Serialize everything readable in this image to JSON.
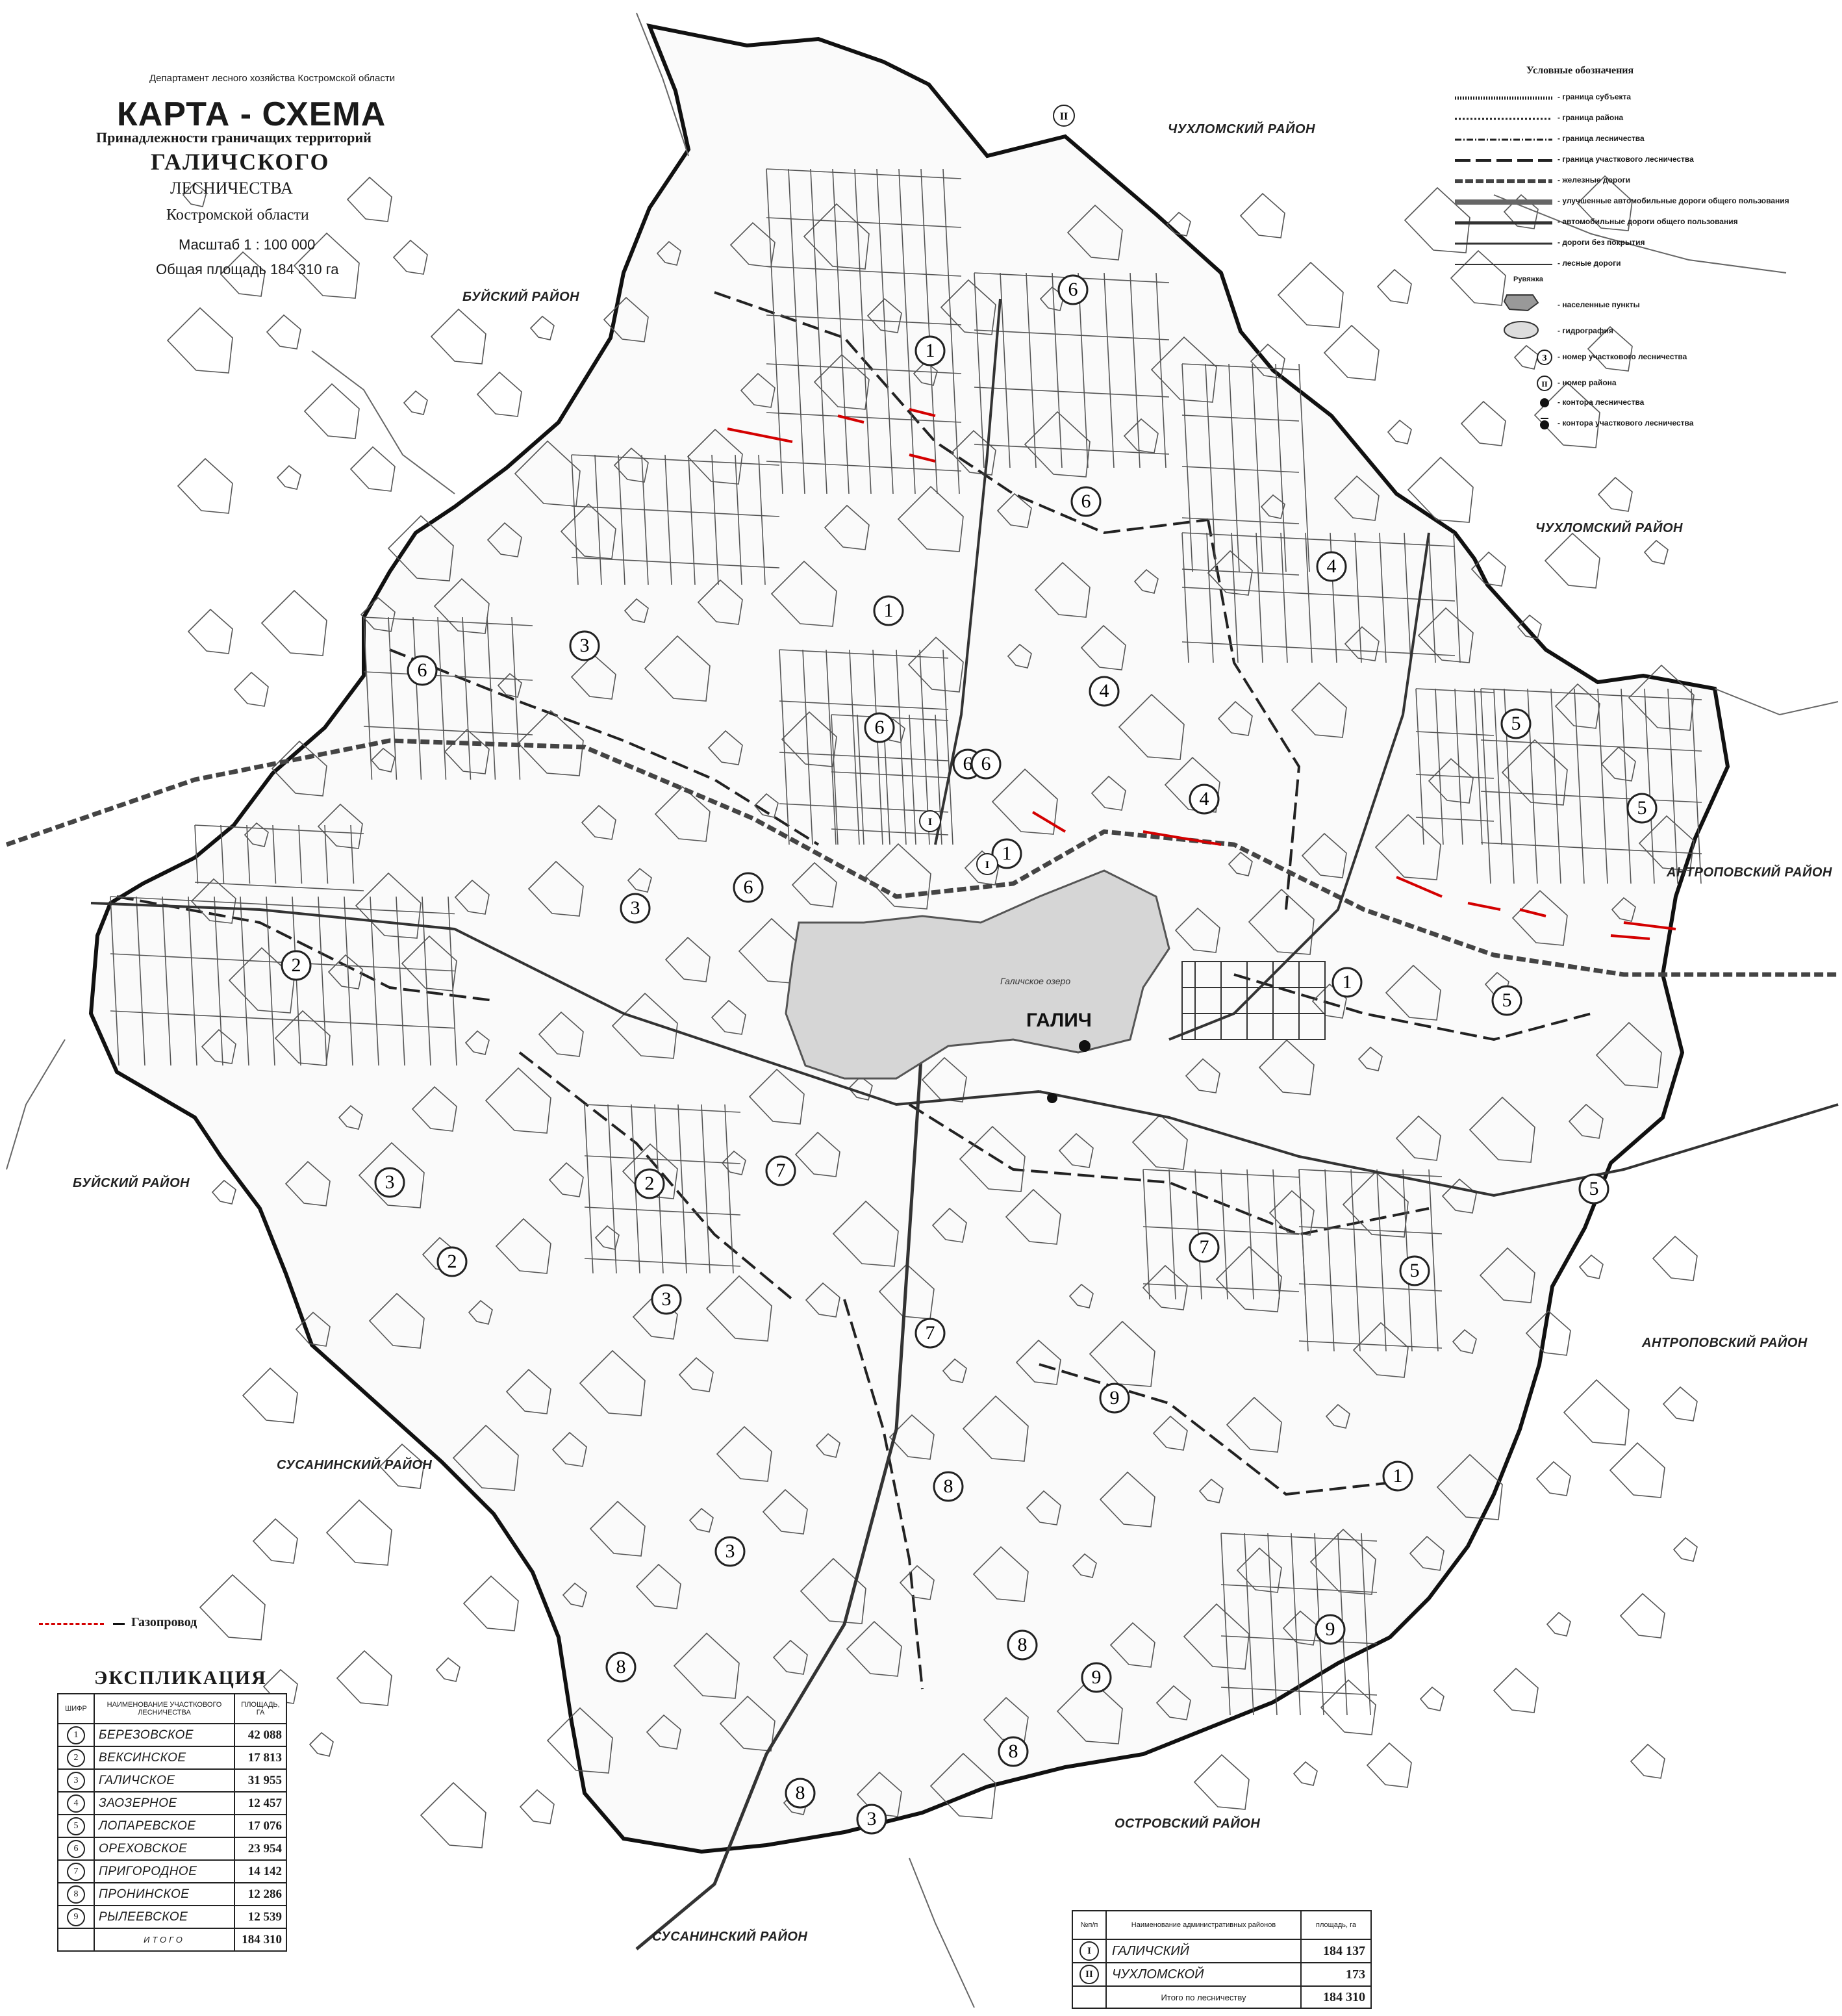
{
  "header": {
    "department": "Департамент лесного хозяйства Костромской области",
    "title_main": "КАРТА - СХЕМА",
    "title_sub": "Принадлежности граничащих территорий",
    "title_name": "ГАЛИЧСКОГО",
    "title_type": "ЛЕСНИЧЕСТВА",
    "title_region": "Костромской области",
    "scale": "Масштаб  1 : 100 000",
    "total_area": "Общая площадь  184 310 га"
  },
  "legend": {
    "title": "Условные обозначения",
    "items": [
      {
        "label": "- граница субъекта",
        "style": "subject"
      },
      {
        "label": "- граница района",
        "style": "district"
      },
      {
        "label": "- граница лесничества",
        "style": "forestry"
      },
      {
        "label": "- граница участкового лесничества",
        "style": "section"
      },
      {
        "label": "- железные дороги",
        "style": "rail"
      },
      {
        "label": "- улучшенные автомобильные дороги общего пользования",
        "style": "road1"
      },
      {
        "label": "- автомобильные дороги общего пользования",
        "style": "road2"
      },
      {
        "label": "- дороги без покрытия",
        "style": "road3"
      },
      {
        "label": "- лесные дороги",
        "style": "road4"
      },
      {
        "label": "Рувяжка",
        "style": "none"
      },
      {
        "label": "- населенные пункты",
        "style": "settlement"
      },
      {
        "label": "- гидрография",
        "style": "hydro"
      },
      {
        "label": "- номер участкового лесничества",
        "style": "num"
      },
      {
        "label": "- номер района",
        "style": "rom"
      },
      {
        "label": "- контора лесничества",
        "style": "office"
      },
      {
        "label": "- контора участкового лесничества",
        "style": "office2"
      }
    ]
  },
  "gas_pipeline": {
    "label": "Газопровод",
    "color": "#d40000"
  },
  "districts": [
    {
      "name": "ЧУХЛОМСКИЙ РАЙОН",
      "pos": "top"
    },
    {
      "name": "ЧУХЛОМСКИЙ РАЙОН",
      "pos": "right-top"
    },
    {
      "name": "БУЙСКИЙ РАЙОН",
      "pos": "top-left"
    },
    {
      "name": "АНТРОПОВСКИЙ РАЙОН",
      "pos": "right"
    },
    {
      "name": "АНТРОПОВСКИЙ РАЙОН",
      "pos": "right-bottom"
    },
    {
      "name": "БУЙСКИЙ РАЙОН",
      "pos": "left"
    },
    {
      "name": "СУСАНИНСКИЙ РАЙОН",
      "pos": "left-bottom"
    },
    {
      "name": "ОСТРОВСКИЙ РАЙОН",
      "pos": "bottom"
    },
    {
      "name": "СУСАНИНСКИЙ РАЙОН",
      "pos": "bottom"
    }
  ],
  "places": {
    "town": "ГАЛИЧ",
    "lake": "Галичское озеро"
  },
  "explication": {
    "title": "ЭКСПЛИКАЦИЯ",
    "headers": [
      "ШИФР",
      "НАИМЕНОВАНИЕ УЧАСТКОВОГО ЛЕСНИЧЕСТВА",
      "ПЛОЩАДЬ, ГА"
    ],
    "rows": [
      {
        "code": "1",
        "name": "БЕРЕЗОВСКОЕ",
        "area": "42 088"
      },
      {
        "code": "2",
        "name": "ВЕКСИНСКОЕ",
        "area": "17 813"
      },
      {
        "code": "3",
        "name": "ГАЛИЧСКОЕ",
        "area": "31 955"
      },
      {
        "code": "4",
        "name": "ЗАОЗЕРНОЕ",
        "area": "12 457"
      },
      {
        "code": "5",
        "name": "ЛОПАРЕВСКОЕ",
        "area": "17 076"
      },
      {
        "code": "6",
        "name": "ОРЕХОВСКОЕ",
        "area": "23 954"
      },
      {
        "code": "7",
        "name": "ПРИГОРОДНОЕ",
        "area": "14 142"
      },
      {
        "code": "8",
        "name": "ПРОНИНСКОЕ",
        "area": "12 286"
      },
      {
        "code": "9",
        "name": "РЫЛЕЕВСКОЕ",
        "area": "12 539"
      }
    ],
    "total_label": "ИТОГО",
    "total_area": "184 310"
  },
  "admin_table": {
    "headers": [
      "№п/п",
      "Наименование административных районов",
      "площадь, га"
    ],
    "rows": [
      {
        "code": "I",
        "name": "ГАЛИЧСКИЙ",
        "area": "184 137"
      },
      {
        "code": "II",
        "name": "ЧУХЛОМСКОЙ",
        "area": "173"
      }
    ],
    "total_label": "Итого по лесничеству",
    "total_area": "184 310"
  },
  "quarter_labels": [
    {
      "n": "1"
    },
    {
      "n": "1"
    },
    {
      "n": "1"
    },
    {
      "n": "1"
    },
    {
      "n": "1"
    },
    {
      "n": "2"
    },
    {
      "n": "2"
    },
    {
      "n": "2"
    },
    {
      "n": "3"
    },
    {
      "n": "3"
    },
    {
      "n": "3"
    },
    {
      "n": "3"
    },
    {
      "n": "3"
    },
    {
      "n": "3"
    },
    {
      "n": "4"
    },
    {
      "n": "4"
    },
    {
      "n": "4"
    },
    {
      "n": "5"
    },
    {
      "n": "5"
    },
    {
      "n": "5"
    },
    {
      "n": "5"
    },
    {
      "n": "5"
    },
    {
      "n": "6"
    },
    {
      "n": "6"
    },
    {
      "n": "6"
    },
    {
      "n": "6"
    },
    {
      "n": "6"
    },
    {
      "n": "6"
    },
    {
      "n": "6"
    },
    {
      "n": "7"
    },
    {
      "n": "7"
    },
    {
      "n": "7"
    },
    {
      "n": "8"
    },
    {
      "n": "8"
    },
    {
      "n": "8"
    },
    {
      "n": "8"
    },
    {
      "n": "8"
    },
    {
      "n": "9"
    },
    {
      "n": "9"
    },
    {
      "n": "9"
    }
  ],
  "colors": {
    "line": "#333333",
    "lake": "#d6d6d6",
    "pipeline": "#d40000"
  }
}
